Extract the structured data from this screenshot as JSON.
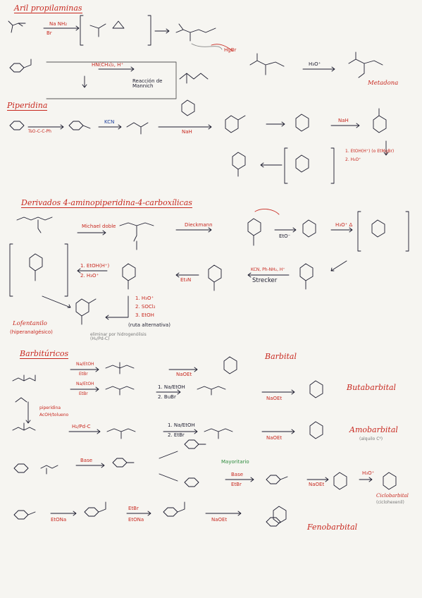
{
  "sections": {
    "s1_title": "Aril propilaminas",
    "s2_title": "Piperidina",
    "s3_title": "Derivados 4-aminopiperidina-4-carboxílicas",
    "s4_title": "Barbitúricos"
  },
  "labels": {
    "s1_r1": "Na NH₂",
    "s1_r1b": "Br",
    "s1_hgbr": "HgBr",
    "s1_h3o": "H₃O⁺",
    "s1_product": "Metadona",
    "s1_mannich": "Reacción de Mannich",
    "s1_mannich_r": "HN(CH₃)₂, H⁺",
    "s2_tsoc": "TsO-C-C-Ph",
    "s2_kcn": "KCN",
    "s2_nah1": "NaH",
    "s2_nah2": "NaH",
    "s2_etoh": "1. EtOH(H⁺) (o EtMgBr)",
    "s2_h3o": "2. H₃O⁺",
    "s3_michael": "Michael doble",
    "s3_dieckmann": "Dieckmann",
    "s3_h3o": "H₃O⁺ Δ",
    "s3_eto": "EtO⁻",
    "s3_strecker_r": "KCN, Ph-NH₂, H⁺",
    "s3_strecker": "Strecker",
    "s3_etoh": "1. EtOH(H⁺)",
    "s3_h3o2": "2. H₃O⁺",
    "s3_et3n": "Et₃N",
    "s3_alt1": "1. H₃O⁺",
    "s3_alt2": "2. SOCl₂",
    "s3_alt3": "3. EtOH",
    "s3_alt": "(ruta alternativa)",
    "s3_product": "Lofentanilo",
    "s3_product_sub": "(hiperanalgésico)",
    "s3_note": "eliminar por hidrogenólisis (H₂/Pd-C)",
    "s4_r1": "Na/EtOH",
    "s4_r1b": "EtBr",
    "s4_urea1": "NaOEt",
    "s4_barbital": "Barbital",
    "s4_pyr": "piperidina",
    "s4_pyr2": "AcOH/tolueno",
    "s4_na2": "Na/EtOH",
    "s4_na2b": "EtBr",
    "s4_bubr1": "1. Na/EtOH",
    "s4_bubr2": "2. BuBr",
    "s4_urea2": "NaOEt",
    "s4_butabarbital": "Butabarbital",
    "s4_h2": "H₂/Pd-C",
    "s4_etbr1": "1. Na/EtOH",
    "s4_etbr2": "2. EtBr",
    "s4_urea3": "NaOEt",
    "s4_amobarbital": "Amobarbital",
    "s4_amob_sub": "(alquilo C⁶)",
    "s4_base1": "Base",
    "s4_mayor": "Mayoritario",
    "s4_base2": "Base",
    "s4_etbr3": "EtBr",
    "s4_urea4": "NaOEt",
    "s4_h3o": "H₃O⁺",
    "s4_ciclo": "Ciclobarbital",
    "s4_ciclo_sub": "(ciclohexenil)",
    "s4_etona1": "EtONa",
    "s4_etbr4": "EtBr",
    "s4_etona2": "EtONa",
    "s4_urea5": "NaOEt",
    "s4_fenobarbital": "Fenobarbital"
  },
  "colors": {
    "ink": "#1c1c2e",
    "red": "#c8281f",
    "blue": "#1e3f9a",
    "green": "#2e8b3e",
    "paper": "#f6f5f1"
  }
}
